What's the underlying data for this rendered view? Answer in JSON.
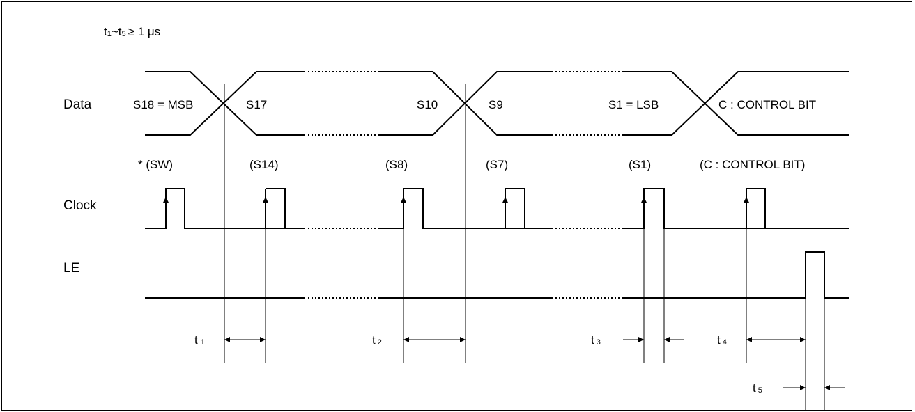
{
  "condition": {
    "t_a": "t",
    "sub_a": "1",
    "mid": "~t",
    "sub_b": "5",
    "rest": "≥ 1 μs"
  },
  "signals": {
    "data": "Data",
    "clock": "Clock",
    "le": "LE"
  },
  "data_cells": [
    "S18 = MSB",
    "S17",
    "S10",
    "S9",
    "S1 = LSB",
    "C : CONTROL BIT"
  ],
  "clock_labels": [
    "* (SW)",
    "(S14)",
    "(S8)",
    "(S7)",
    "(S1)",
    "(C : CONTROL BIT)"
  ],
  "timings": [
    {
      "t": "t",
      "n": "1"
    },
    {
      "t": "t",
      "n": "2"
    },
    {
      "t": "t",
      "n": "3"
    },
    {
      "t": "t",
      "n": "4"
    },
    {
      "t": "t",
      "n": "5"
    }
  ]
}
